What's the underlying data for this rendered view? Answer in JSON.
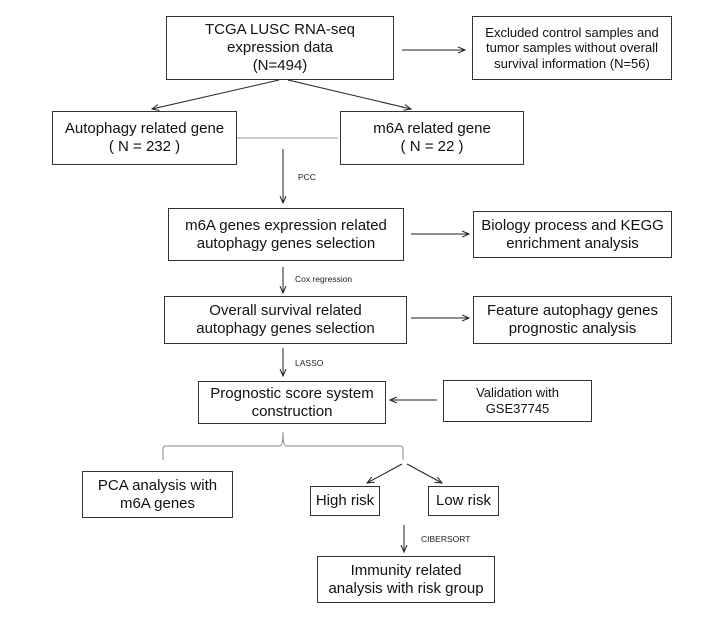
{
  "boxes": {
    "tcga": {
      "line1": "TCGA LUSC RNA-seq",
      "line2": "expression data",
      "line3": "(N=494)"
    },
    "excluded": {
      "line1": "Excluded control samples and",
      "line2": "tumor samples without overall",
      "line3": "survival information (N=56)"
    },
    "autophagy": {
      "line1": "Autophagy related gene",
      "line2": "( N = 232 )"
    },
    "m6a": {
      "line1": "m6A related gene",
      "line2": "( N = 22 )"
    },
    "selection": {
      "line1": "m6A genes expression related",
      "line2": "autophagy genes selection"
    },
    "biology": {
      "line1": "Biology process and KEGG",
      "line2": "enrichment analysis"
    },
    "survival": {
      "line1": "Overall survival related",
      "line2": "autophagy genes selection"
    },
    "feature": {
      "line1": "Feature autophagy genes",
      "line2": "prognostic analysis"
    },
    "prognostic": {
      "line1": "Prognostic score system",
      "line2": "construction"
    },
    "validation": {
      "line1": "Validation with",
      "line2": "GSE37745"
    },
    "pca": {
      "line1": "PCA analysis with",
      "line2": "m6A genes"
    },
    "high": {
      "line1": "High risk"
    },
    "low": {
      "line1": "Low risk"
    },
    "immunity": {
      "line1": "Immunity related",
      "line2": "analysis with risk group"
    }
  },
  "edge_labels": {
    "pcc": "PCC",
    "cox": "Cox regression",
    "lasso": "LASSO",
    "cibersort": "CIBERSORT"
  },
  "colors": {
    "stroke": "#333333",
    "connector": "#888888"
  }
}
